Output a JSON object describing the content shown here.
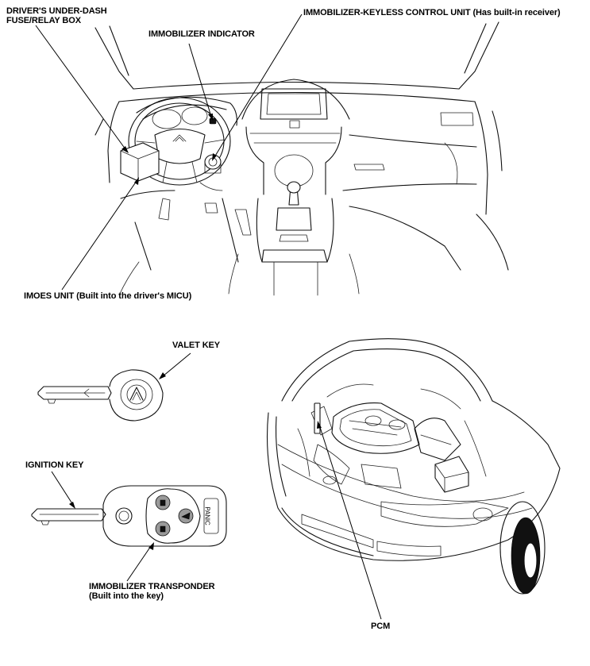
{
  "labels": {
    "fuse_box": [
      "DRIVER'S UNDER-DASH",
      "FUSE/RELAY BOX"
    ],
    "control_unit": "IMMOBILIZER-KEYLESS CONTROL UNIT (Has built-in receiver)",
    "indicator": "IMMOBILIZER INDICATOR",
    "imoes": "IMOES UNIT (Built into the driver's MICU)",
    "valet_key": "VALET KEY",
    "ignition_key": "IGNITION KEY",
    "transponder": [
      "IMMOBILIZER TRANSPONDER",
      "(Built into the key)"
    ],
    "pcm": "PCM",
    "panic": "PANIC"
  }
}
